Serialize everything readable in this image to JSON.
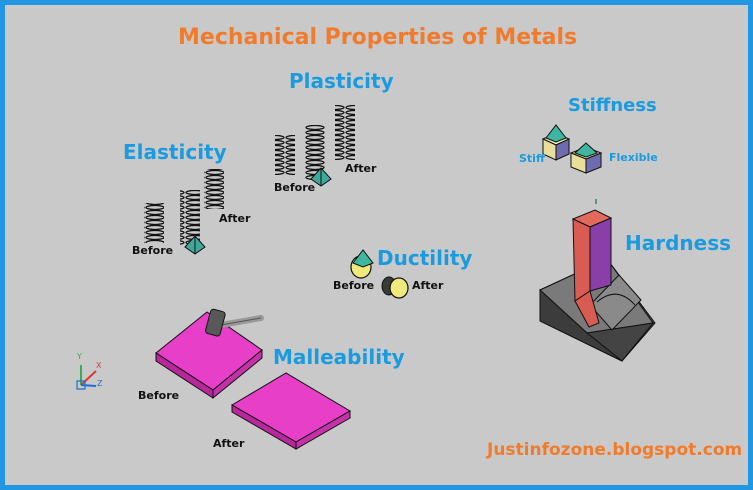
{
  "title": "Mechanical Properties of Metals",
  "website": "Justinfozone.blogspot.com",
  "sections": {
    "plasticity": {
      "heading": "Plasticity",
      "before": "Before",
      "after": "After"
    },
    "elasticity": {
      "heading": "Elasticity",
      "before": "Before",
      "after": "After"
    },
    "stiffness": {
      "heading": "Stiffness",
      "stiff": "Stiff",
      "flexible": "Flexible"
    },
    "ductility": {
      "heading": "Ductility",
      "before": "Before",
      "after": "After"
    },
    "hardness": {
      "heading": "Hardness"
    },
    "malleability": {
      "heading": "Malleability",
      "before": "Before",
      "after": "After"
    }
  },
  "axis_icon": {
    "x": "X",
    "y": "Y",
    "z": "Z"
  },
  "colors": {
    "background": "#c9c9c9",
    "border": "#2196e3",
    "heading": "#1a9be0",
    "title": "#f07b2c",
    "plate": "#e83fc9",
    "block": "#555555",
    "indenter": "#d95c52"
  }
}
